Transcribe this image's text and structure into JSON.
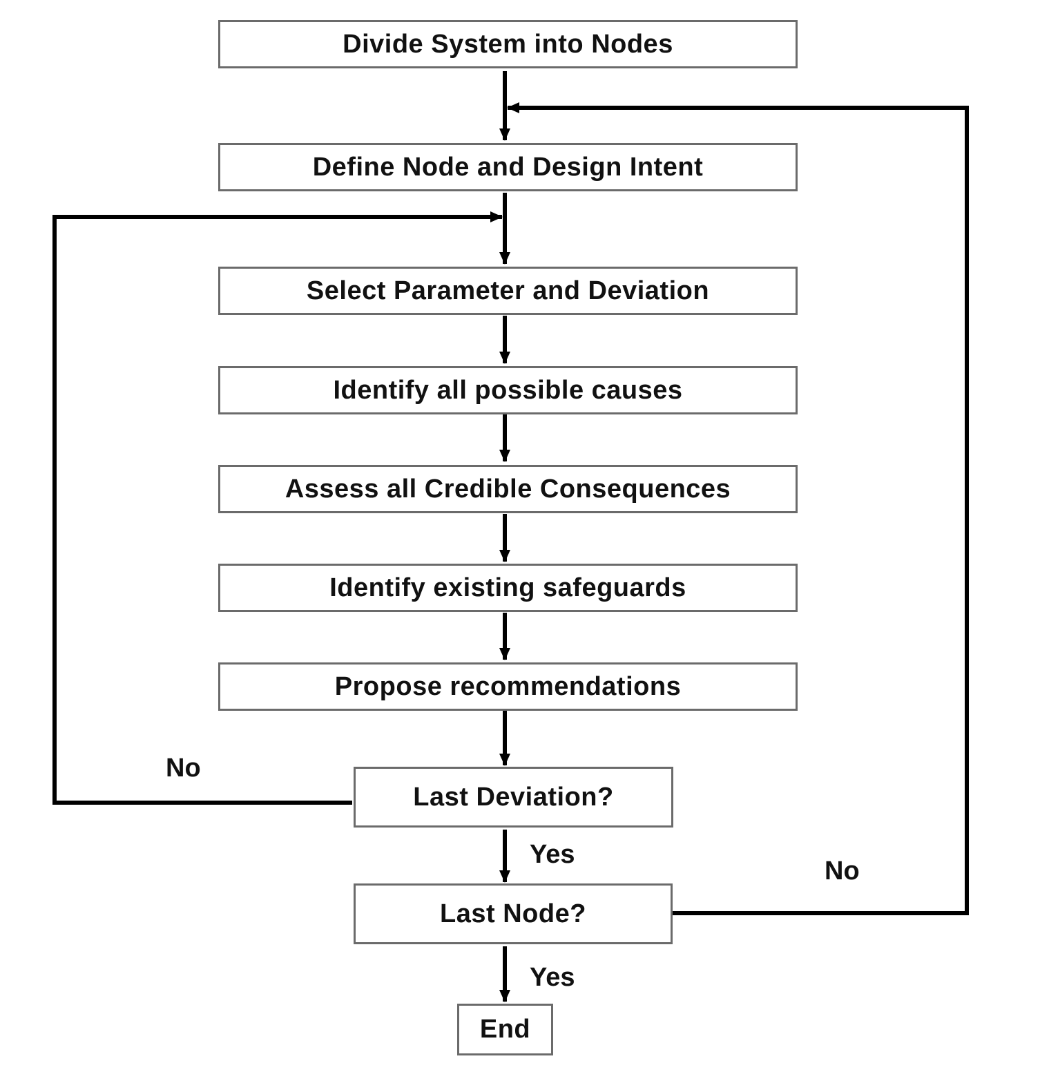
{
  "steps": {
    "divide": "Divide System into Nodes",
    "define": "Define Node and Design Intent",
    "select": "Select Parameter and Deviation",
    "causes": "Identify all possible causes",
    "consequences": "Assess all Credible Consequences",
    "safeguards": "Identify existing safeguards",
    "recommendations": "Propose recommendations"
  },
  "decisions": {
    "last_deviation": "Last Deviation?",
    "last_node": "Last Node?"
  },
  "terminal": {
    "end": "End"
  },
  "branch_labels": {
    "deviation_no": "No",
    "deviation_yes": "Yes",
    "node_no": "No",
    "node_yes": "Yes"
  },
  "colors": {
    "box_border": "#6b6b6b",
    "line": "#000000",
    "text": "#111111"
  }
}
